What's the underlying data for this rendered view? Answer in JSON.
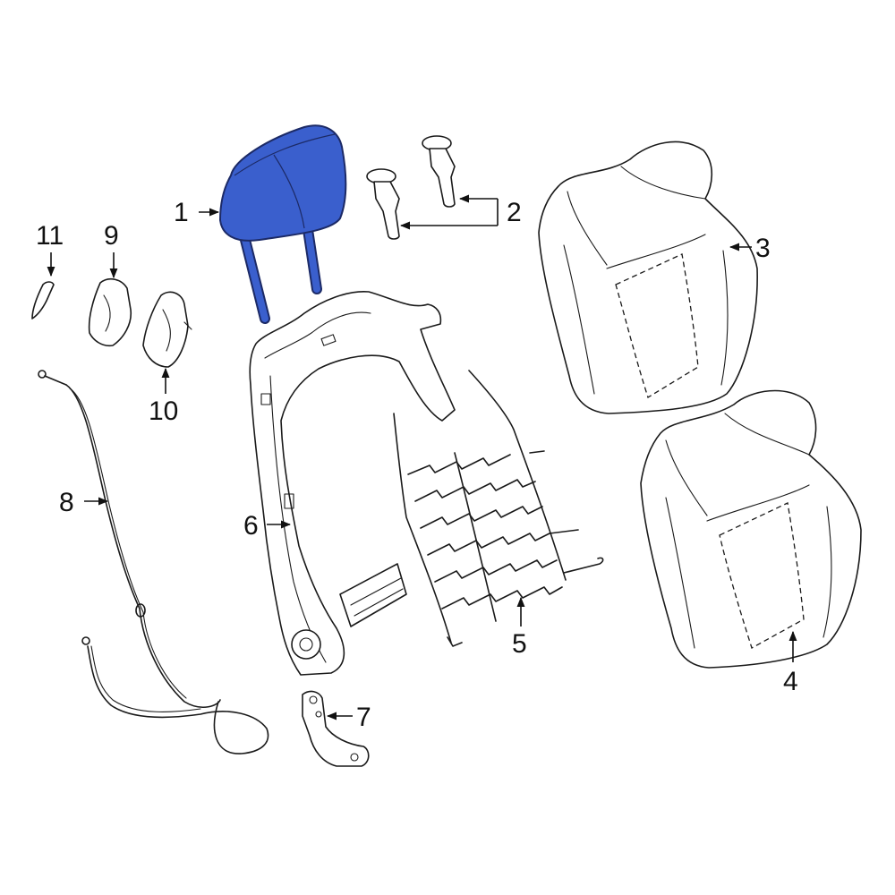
{
  "colors": {
    "highlight": "#3a5fcd",
    "highlight_stroke": "#1c2a66",
    "line": "#1a1a1a"
  },
  "callouts": {
    "c1": "1",
    "c2": "2",
    "c3": "3",
    "c4": "4",
    "c5": "5",
    "c6": "6",
    "c7": "7",
    "c8": "8",
    "c9": "9",
    "c10": "10",
    "c11": "11"
  }
}
